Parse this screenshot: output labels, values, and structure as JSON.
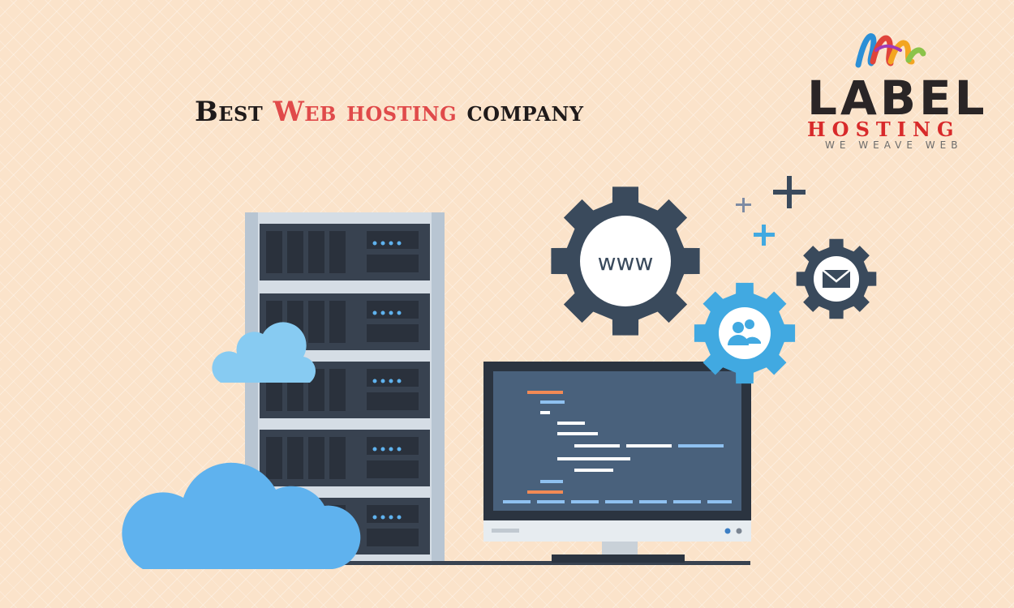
{
  "headline": {
    "word1": "Best",
    "accent": "Web hosting",
    "word3": "company"
  },
  "logo": {
    "name": "LABEL",
    "sub": "HOSTING",
    "tagline": "WE WEAVE WEB"
  },
  "gears": {
    "www_label": "www"
  },
  "colors": {
    "background": "#fbe3ca",
    "accent_red": "#e04a4a",
    "server_frame": "#b8c5d2",
    "server_dark": "#384250",
    "cloud": "#5fb2ee",
    "gear_dark": "#3a4a5c",
    "gear_blue": "#41a9e1"
  },
  "icons": [
    "server-rack-icon",
    "cloud-icon",
    "monitor-icon",
    "gear-icon",
    "envelope-icon",
    "users-icon",
    "plus-icon"
  ]
}
